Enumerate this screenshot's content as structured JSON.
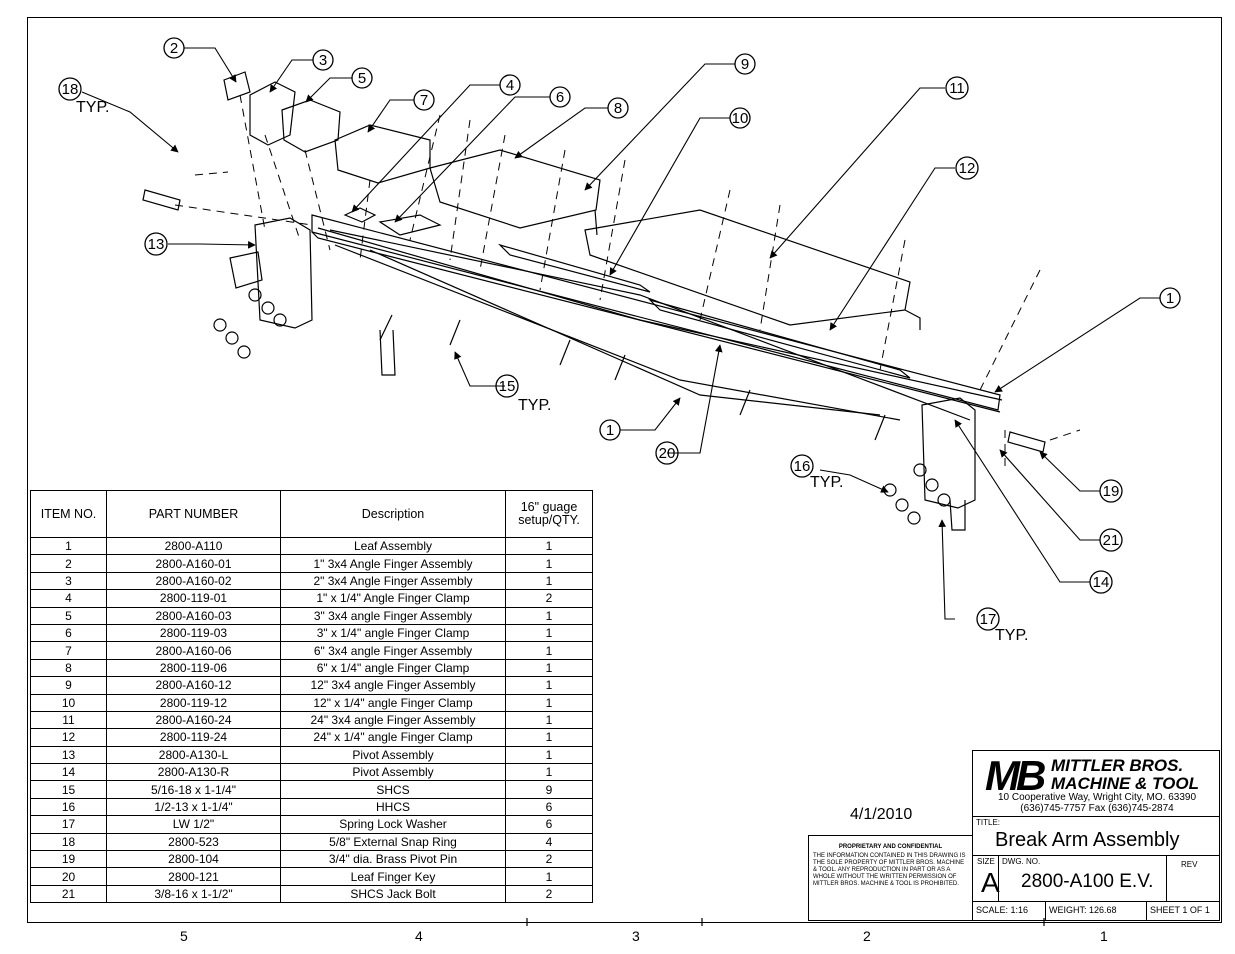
{
  "balloons": [
    {
      "n": "2"
    },
    {
      "n": "3"
    },
    {
      "n": "5"
    },
    {
      "n": "7"
    },
    {
      "n": "4"
    },
    {
      "n": "6"
    },
    {
      "n": "8"
    },
    {
      "n": "9"
    },
    {
      "n": "10"
    },
    {
      "n": "11"
    },
    {
      "n": "12"
    },
    {
      "n": "18"
    },
    {
      "n": "13"
    },
    {
      "n": "1"
    },
    {
      "n": "15"
    },
    {
      "n": "1"
    },
    {
      "n": "20"
    },
    {
      "n": "16"
    },
    {
      "n": "19"
    },
    {
      "n": "21"
    },
    {
      "n": "14"
    },
    {
      "n": "17"
    }
  ],
  "typ_label": "TYP.",
  "bom": {
    "headers": [
      "ITEM NO.",
      "PART NUMBER",
      "Description",
      "16\" guage setup/QTY."
    ],
    "rows": [
      [
        "1",
        "2800-A110",
        "Leaf Assembly",
        "1"
      ],
      [
        "2",
        "2800-A160-01",
        "1\" 3x4 Angle Finger Assembly",
        "1"
      ],
      [
        "3",
        "2800-A160-02",
        "2\" 3x4 Angle Finger Assembly",
        "1"
      ],
      [
        "4",
        "2800-119-01",
        "1\" x 1/4\" Angle Finger Clamp",
        "2"
      ],
      [
        "5",
        "2800-A160-03",
        "3\" 3x4 angle Finger Assembly",
        "1"
      ],
      [
        "6",
        "2800-119-03",
        "3\" x 1/4\" angle Finger Clamp",
        "1"
      ],
      [
        "7",
        "2800-A160-06",
        "6\" 3x4 angle Finger Assembly",
        "1"
      ],
      [
        "8",
        "2800-119-06",
        "6\" x 1/4\" angle Finger Clamp",
        "1"
      ],
      [
        "9",
        "2800-A160-12",
        "12\" 3x4 angle Finger Assembly",
        "1"
      ],
      [
        "10",
        "2800-119-12",
        "12\" x 1/4\" angle Finger Clamp",
        "1"
      ],
      [
        "11",
        "2800-A160-24",
        "24\" 3x4 angle Finger Assembly",
        "1"
      ],
      [
        "12",
        "2800-119-24",
        "24\" x 1/4\" angle Finger Clamp",
        "1"
      ],
      [
        "13",
        "2800-A130-L",
        "Pivot Assembly",
        "1"
      ],
      [
        "14",
        "2800-A130-R",
        "Pivot Assembly",
        "1"
      ],
      [
        "15",
        "5/16-18 x 1-1/4\"",
        "SHCS",
        "9"
      ],
      [
        "16",
        "1/2-13 x 1-1/4\"",
        "HHCS",
        "6"
      ],
      [
        "17",
        "LW 1/2\"",
        "Spring Lock Washer",
        "6"
      ],
      [
        "18",
        "2800-523",
        "5/8\" External Snap Ring",
        "4"
      ],
      [
        "19",
        "2800-104",
        "3/4\" dia. Brass Pivot Pin",
        "2"
      ],
      [
        "20",
        "2800-121",
        "Leaf Finger Key",
        "1"
      ],
      [
        "21",
        "3/8-16 x 1-1/2\"",
        "SHCS Jack Bolt",
        "2"
      ]
    ]
  },
  "title_block": {
    "logo_mark": "MB",
    "company_line1": "MITTLER BROS.",
    "company_line2": "MACHINE & TOOL",
    "address_line1": "10 Cooperative Way, Wright City, MO. 63390",
    "address_line2": "(636)745-7757  Fax (636)745-2874",
    "title_label": "TITLE:",
    "title": "Break Arm Assembly",
    "size_label": "SIZE",
    "size": "A",
    "dwg_label": "DWG.  NO.",
    "dwg_no": "2800-A100 E.V.",
    "rev_label": "REV",
    "scale": "SCALE: 1:16",
    "weight": "WEIGHT: 126.68",
    "sheet": "SHEET 1 OF 1"
  },
  "proprietary": {
    "heading": "PROPRIETARY AND CONFIDENTIAL",
    "text": "THE INFORMATION CONTAINED IN THIS DRAWING IS THE SOLE PROPERTY OF MITTLER BROS. MACHINE & TOOL. ANY REPRODUCTION IN PART OR AS A WHOLE WITHOUT THE WRITTEN PERMISSION OF MITTLER BROS. MACHINE & TOOL IS PROHIBITED."
  },
  "date": "4/1/2010",
  "zones": [
    "5",
    "4",
    "3",
    "2",
    "1"
  ]
}
